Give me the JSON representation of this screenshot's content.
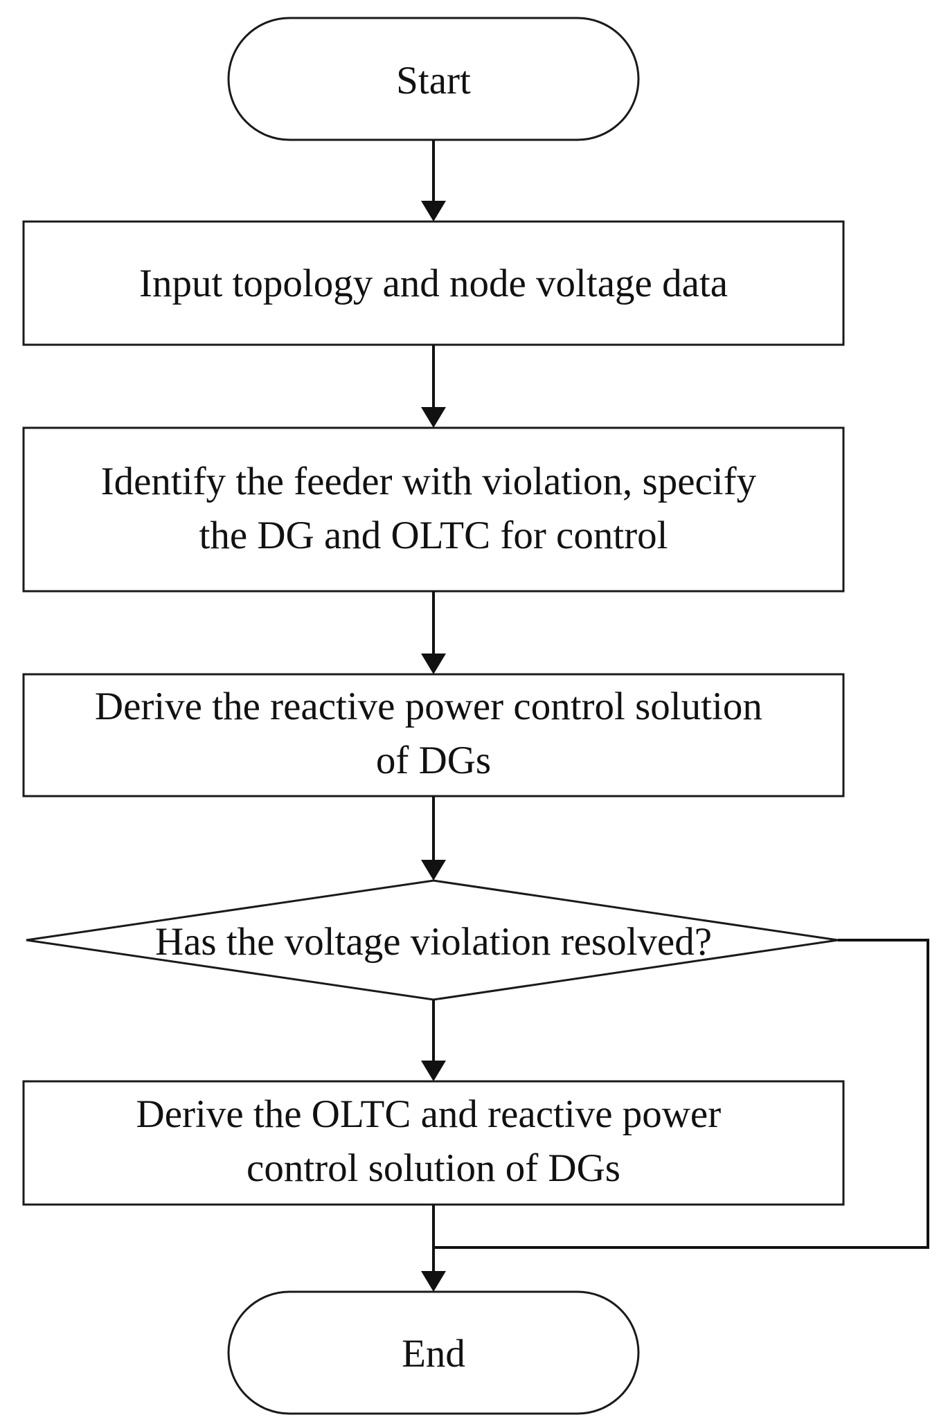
{
  "flowchart": {
    "start": "Start",
    "step_input": [
      "Input topology and node voltage data"
    ],
    "step_identify": [
      "Identify the feeder with violation, specify",
      "the DG and OLTC for control"
    ],
    "step_reactive": [
      "Derive the reactive power control solution",
      "of DGs"
    ],
    "decision": "Has the voltage violation resolved?",
    "step_oltc": [
      "Derive the OLTC and reactive power",
      "control solution of DGs"
    ],
    "end": "End"
  }
}
